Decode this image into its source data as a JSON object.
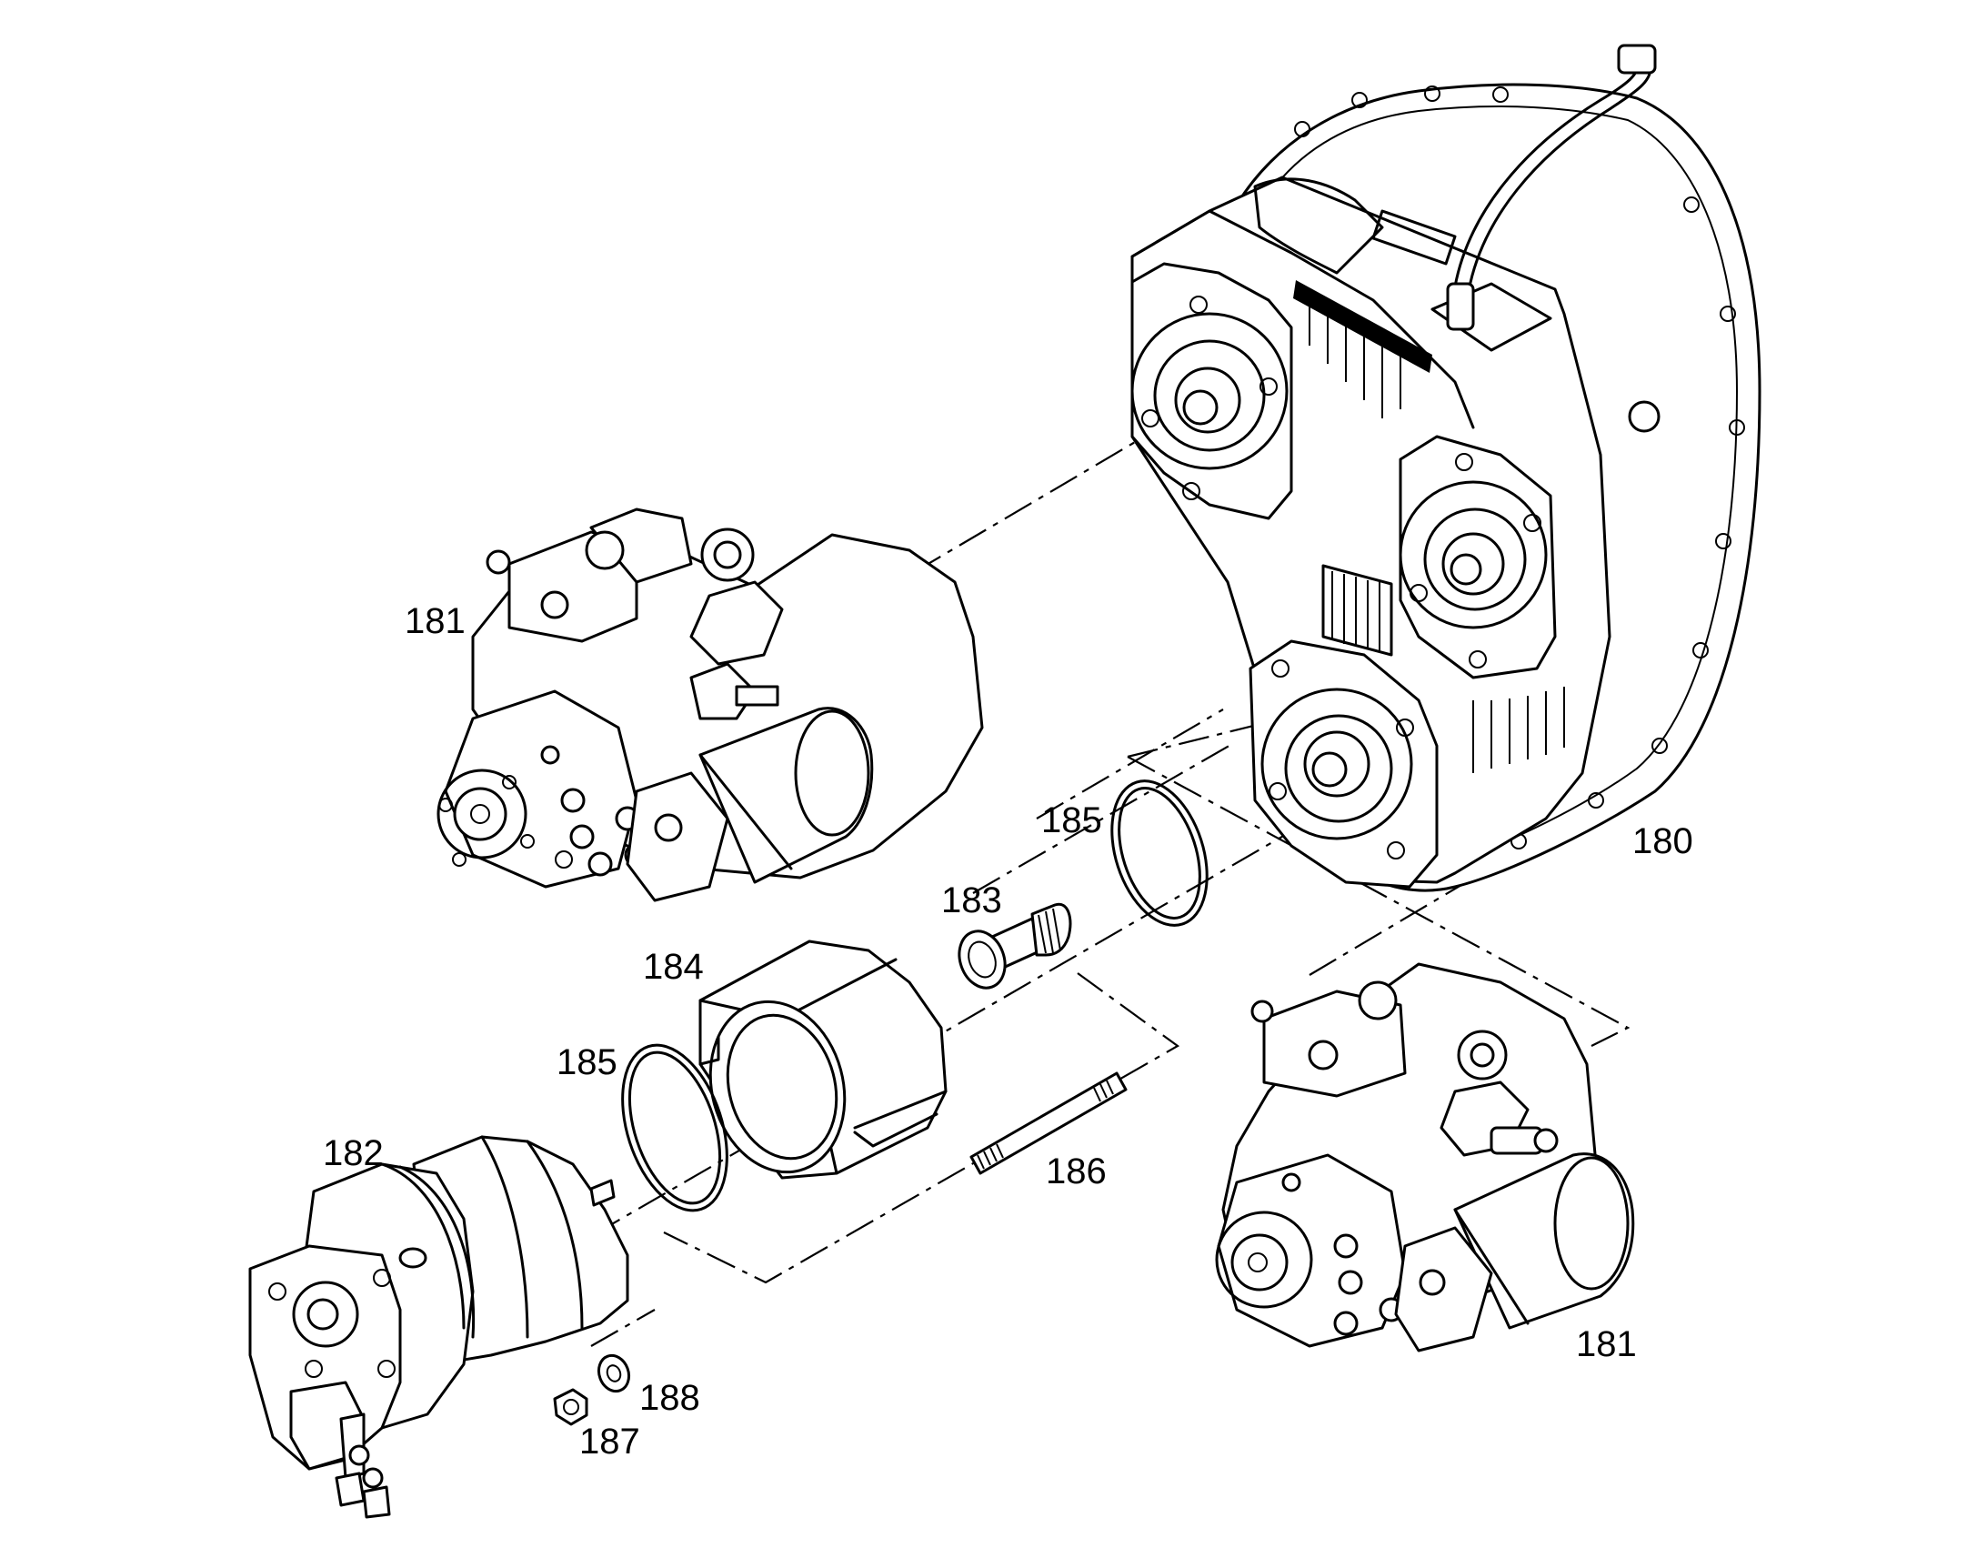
{
  "callouts": {
    "c180": "180",
    "c181_top": "181",
    "c181_bottom": "181",
    "c182": "182",
    "c183": "183",
    "c184": "184",
    "c185_upper": "185",
    "c185_lower": "185",
    "c186": "186",
    "c187": "187",
    "c188": "188"
  },
  "parts": [
    {
      "ref": "180",
      "name": "transfer-gearbox"
    },
    {
      "ref": "181",
      "name": "hydraulic-pump"
    },
    {
      "ref": "182",
      "name": "hydraulic-motor"
    },
    {
      "ref": "183",
      "name": "splined-coupling"
    },
    {
      "ref": "184",
      "name": "adapter-housing"
    },
    {
      "ref": "185",
      "name": "o-ring"
    },
    {
      "ref": "186",
      "name": "stud"
    },
    {
      "ref": "187",
      "name": "nut"
    },
    {
      "ref": "188",
      "name": "washer"
    }
  ]
}
